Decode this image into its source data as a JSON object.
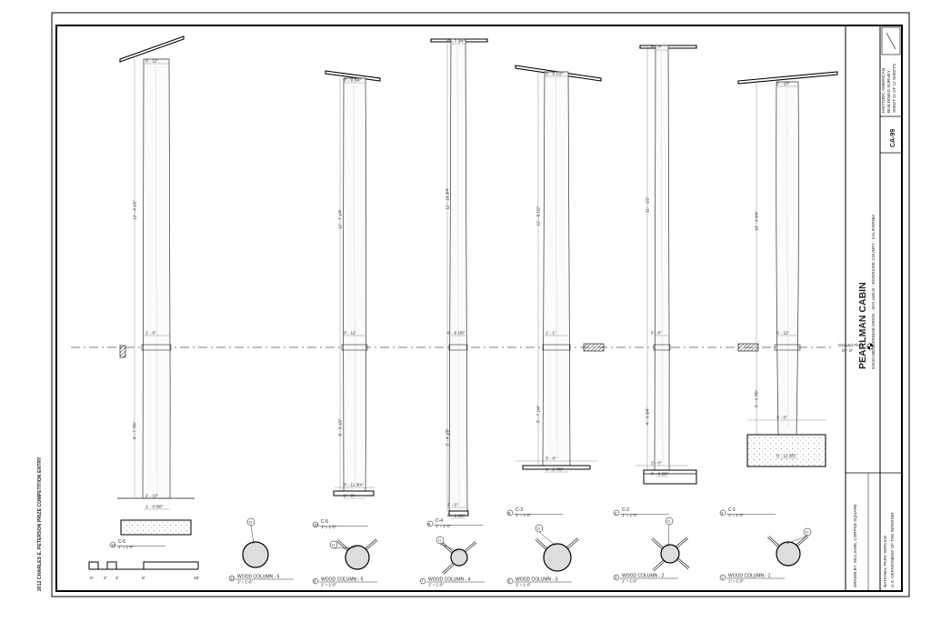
{
  "competition_note": "2012 CHARLES E. PETERSON PRIZE COMPETITION ENTRY",
  "title_block": {
    "project": "PEARLMAN CABIN",
    "address": "52520 MIDDLERIDGE DRIVE · IDYLLWILD · RIVERSIDE COUNTY · CALIFORNIA",
    "survey_line1": "HISTORIC AMERICAN",
    "survey_line2": "BUILDINGS SURVEY",
    "sheet_of": "SHEET 11 OF 12 SHEETS",
    "sheet_id": "CA-99",
    "drawn_by": "DRAWN BY:   WILLIAMS, CORPSE-SQUARE",
    "agency1": "NATIONAL PARK SERVICE",
    "agency2": "U.S. DEPARTMENT OF THE INTERIOR"
  },
  "ground_floor": {
    "label": "Ground Floor",
    "elev": "0' - 0\""
  },
  "scale_bar": {
    "ticks": [
      "0'",
      "2'",
      "4'",
      "8'",
      "16'"
    ]
  },
  "columns": [
    {
      "elev_label": "C-6",
      "elev_num": "12",
      "scale": "1\" = 1'-0\"",
      "top_dim": "0' - 11\"",
      "mid_dim": "1' - 0\"",
      "upper_len": "11' - 4 1/2\"",
      "lower_len": "6' - 7 7/8\"",
      "bottom_dim": "2' - 10\"",
      "base_dim": "1' - 0 5/8\"",
      "plan_num": "11",
      "plan_label": "WOOD COLUMN - 6",
      "plan_tag": "11"
    },
    {
      "elev_label": "C-5",
      "elev_num": "10",
      "scale": "1\" = 1'-0\"",
      "top_dim": "0' - 9 3/4\"",
      "mid_dim": "0' - 11\"",
      "upper_len": "12' - 7 1/4\"",
      "lower_len": "6' - 0 1/2\"",
      "bottom_dim": "0' - 11 3/4\"",
      "base_dim": "2' - 0\"",
      "plan_num": "9",
      "plan_label": "WOOD COLUMN - 5",
      "plan_tag": "11"
    },
    {
      "elev_label": "C-4",
      "elev_num": "8",
      "scale": "1\" = 1'-0\"",
      "top_dim": "0' - 7 3/4\"",
      "mid_dim": "0' - 8 1/8\"",
      "upper_len": "11' - 10 3/4\"",
      "lower_len": "5' - 4 1/8\"",
      "bottom_dim": "2' - 0\"",
      "base_dim": "0' - 8 3/8\"",
      "plan_num": "7",
      "plan_label": "WOOD COLUMN - 4",
      "plan_tag": "11"
    },
    {
      "elev_label": "C-3",
      "elev_num": "6",
      "scale": "1\" = 1'-0\"",
      "top_dim": "0' - 9 1/2\"",
      "mid_dim": "1' - 1\"",
      "upper_len": "12' - 6 1/2\"",
      "lower_len": "5' - 7 1/4\"",
      "bottom_dim": "3' - 0\"",
      "base_dim": "1' - 2 7/8\"",
      "plan_num": "5",
      "plan_label": "WOOD COLUMN - 3",
      "plan_tag": "11"
    },
    {
      "elev_label": "C-2",
      "elev_num": "4",
      "scale": "1\" = 1'-0\"",
      "top_dim": "0' - 7\"",
      "mid_dim": "0' - 8\"",
      "upper_len": "11' - 1/2\"",
      "lower_len": "4' - 9 3/4\"",
      "bottom_dim": "2' - 0\"",
      "base_dim": "0' - 8 3/8\"",
      "plan_num": "3",
      "plan_label": "WOOD COLUMN - 2",
      "plan_tag": "11"
    },
    {
      "elev_label": "C-1",
      "elev_num": "2",
      "scale": "1\" = 1'-0\"",
      "top_dim": "0' - 10\"",
      "mid_dim": "0' - 11\"",
      "upper_len": "10' - 4 3/4\"",
      "lower_len": "5' - 4 7/8\"",
      "bottom_dim": "3' - 0\"",
      "base_dim": "0' - 11 3/8\"",
      "plan_num": "1",
      "plan_label": "WOOD COLUMN - 1",
      "plan_tag": "11"
    }
  ]
}
